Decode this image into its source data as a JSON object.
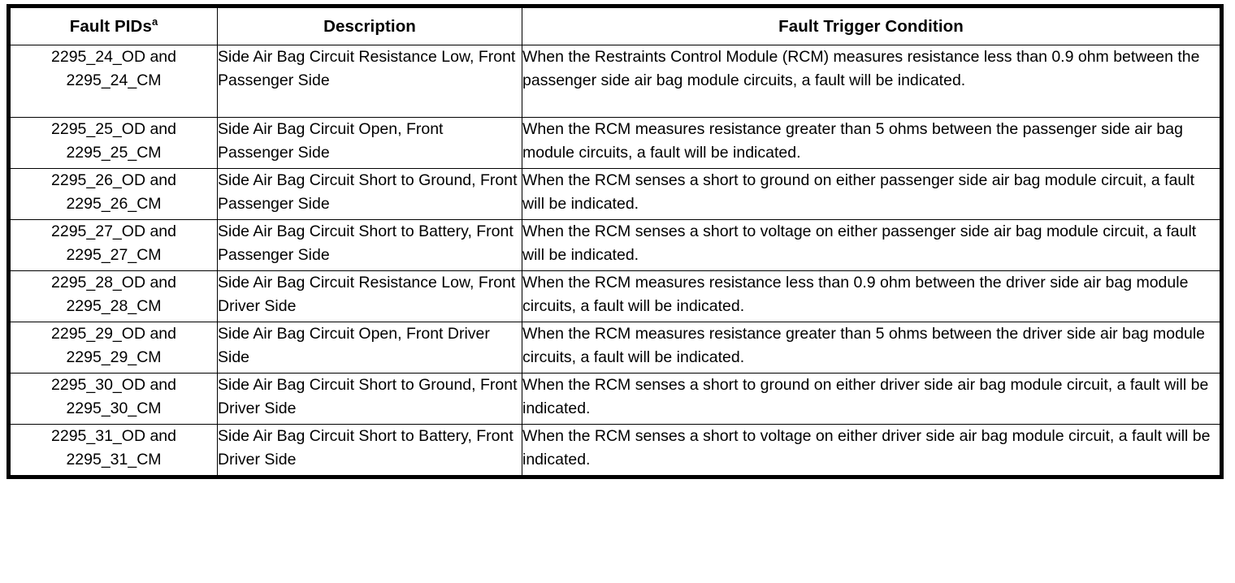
{
  "table": {
    "columns": [
      {
        "key": "fault_pids",
        "label": "Fault PIDs",
        "superscript": "a"
      },
      {
        "key": "description",
        "label": "Description",
        "superscript": ""
      },
      {
        "key": "fault_trigger_condition",
        "label": "Fault Trigger Condition",
        "superscript": ""
      }
    ],
    "rows": [
      {
        "pid_line_1": "2295_24_OD and",
        "pid_line_2": "2295_24_CM",
        "description": "Side Air Bag Circuit Resistance Low, Front Passenger Side",
        "condition": "When the Restraints Control Module (RCM) measures resistance less than 0.9 ohm between the passenger side air bag module circuits, a fault will be indicated."
      },
      {
        "pid_line_1": "2295_25_OD and",
        "pid_line_2": "2295_25_CM",
        "description": "Side Air Bag Circuit Open, Front Passenger Side",
        "condition": "When the RCM measures resistance greater than 5 ohms between the passenger side air bag module circuits, a fault will be indicated."
      },
      {
        "pid_line_1": "2295_26_OD and",
        "pid_line_2": "2295_26_CM",
        "description": "Side Air Bag Circuit Short to Ground, Front Passenger Side",
        "condition": "When the RCM senses a short to ground on either passenger side air bag module circuit, a fault will be indicated."
      },
      {
        "pid_line_1": "2295_27_OD and",
        "pid_line_2": "2295_27_CM",
        "description": "Side Air Bag Circuit Short to Battery, Front Passenger Side",
        "condition": "When the RCM senses a short to voltage on either passenger side air bag module circuit, a fault will be indicated."
      },
      {
        "pid_line_1": "2295_28_OD and",
        "pid_line_2": "2295_28_CM",
        "description": "Side Air Bag Circuit Resistance Low, Front Driver Side",
        "condition": "When the RCM measures resistance less than 0.9 ohm between the driver side air bag module circuits, a fault will be indicated."
      },
      {
        "pid_line_1": "2295_29_OD and",
        "pid_line_2": "2295_29_CM",
        "description": "Side Air Bag Circuit Open, Front Driver Side",
        "condition": "When the RCM measures resistance greater than 5 ohms between the driver side air bag module circuits, a fault will be indicated."
      },
      {
        "pid_line_1": "2295_30_OD and",
        "pid_line_2": "2295_30_CM",
        "description": "Side Air Bag Circuit Short to Ground, Front Driver Side",
        "condition": "When the RCM senses a short to ground on either driver side air bag module circuit, a fault will be indicated."
      },
      {
        "pid_line_1": "2295_31_OD and",
        "pid_line_2": "2295_31_CM",
        "description": "Side Air Bag Circuit Short to Battery, Front Driver Side",
        "condition": "When the RCM senses a short to voltage on either driver side air bag module circuit, a fault will be indicated."
      }
    ]
  },
  "colors": {
    "border": "#000000",
    "text": "#000000",
    "background": "#ffffff"
  }
}
